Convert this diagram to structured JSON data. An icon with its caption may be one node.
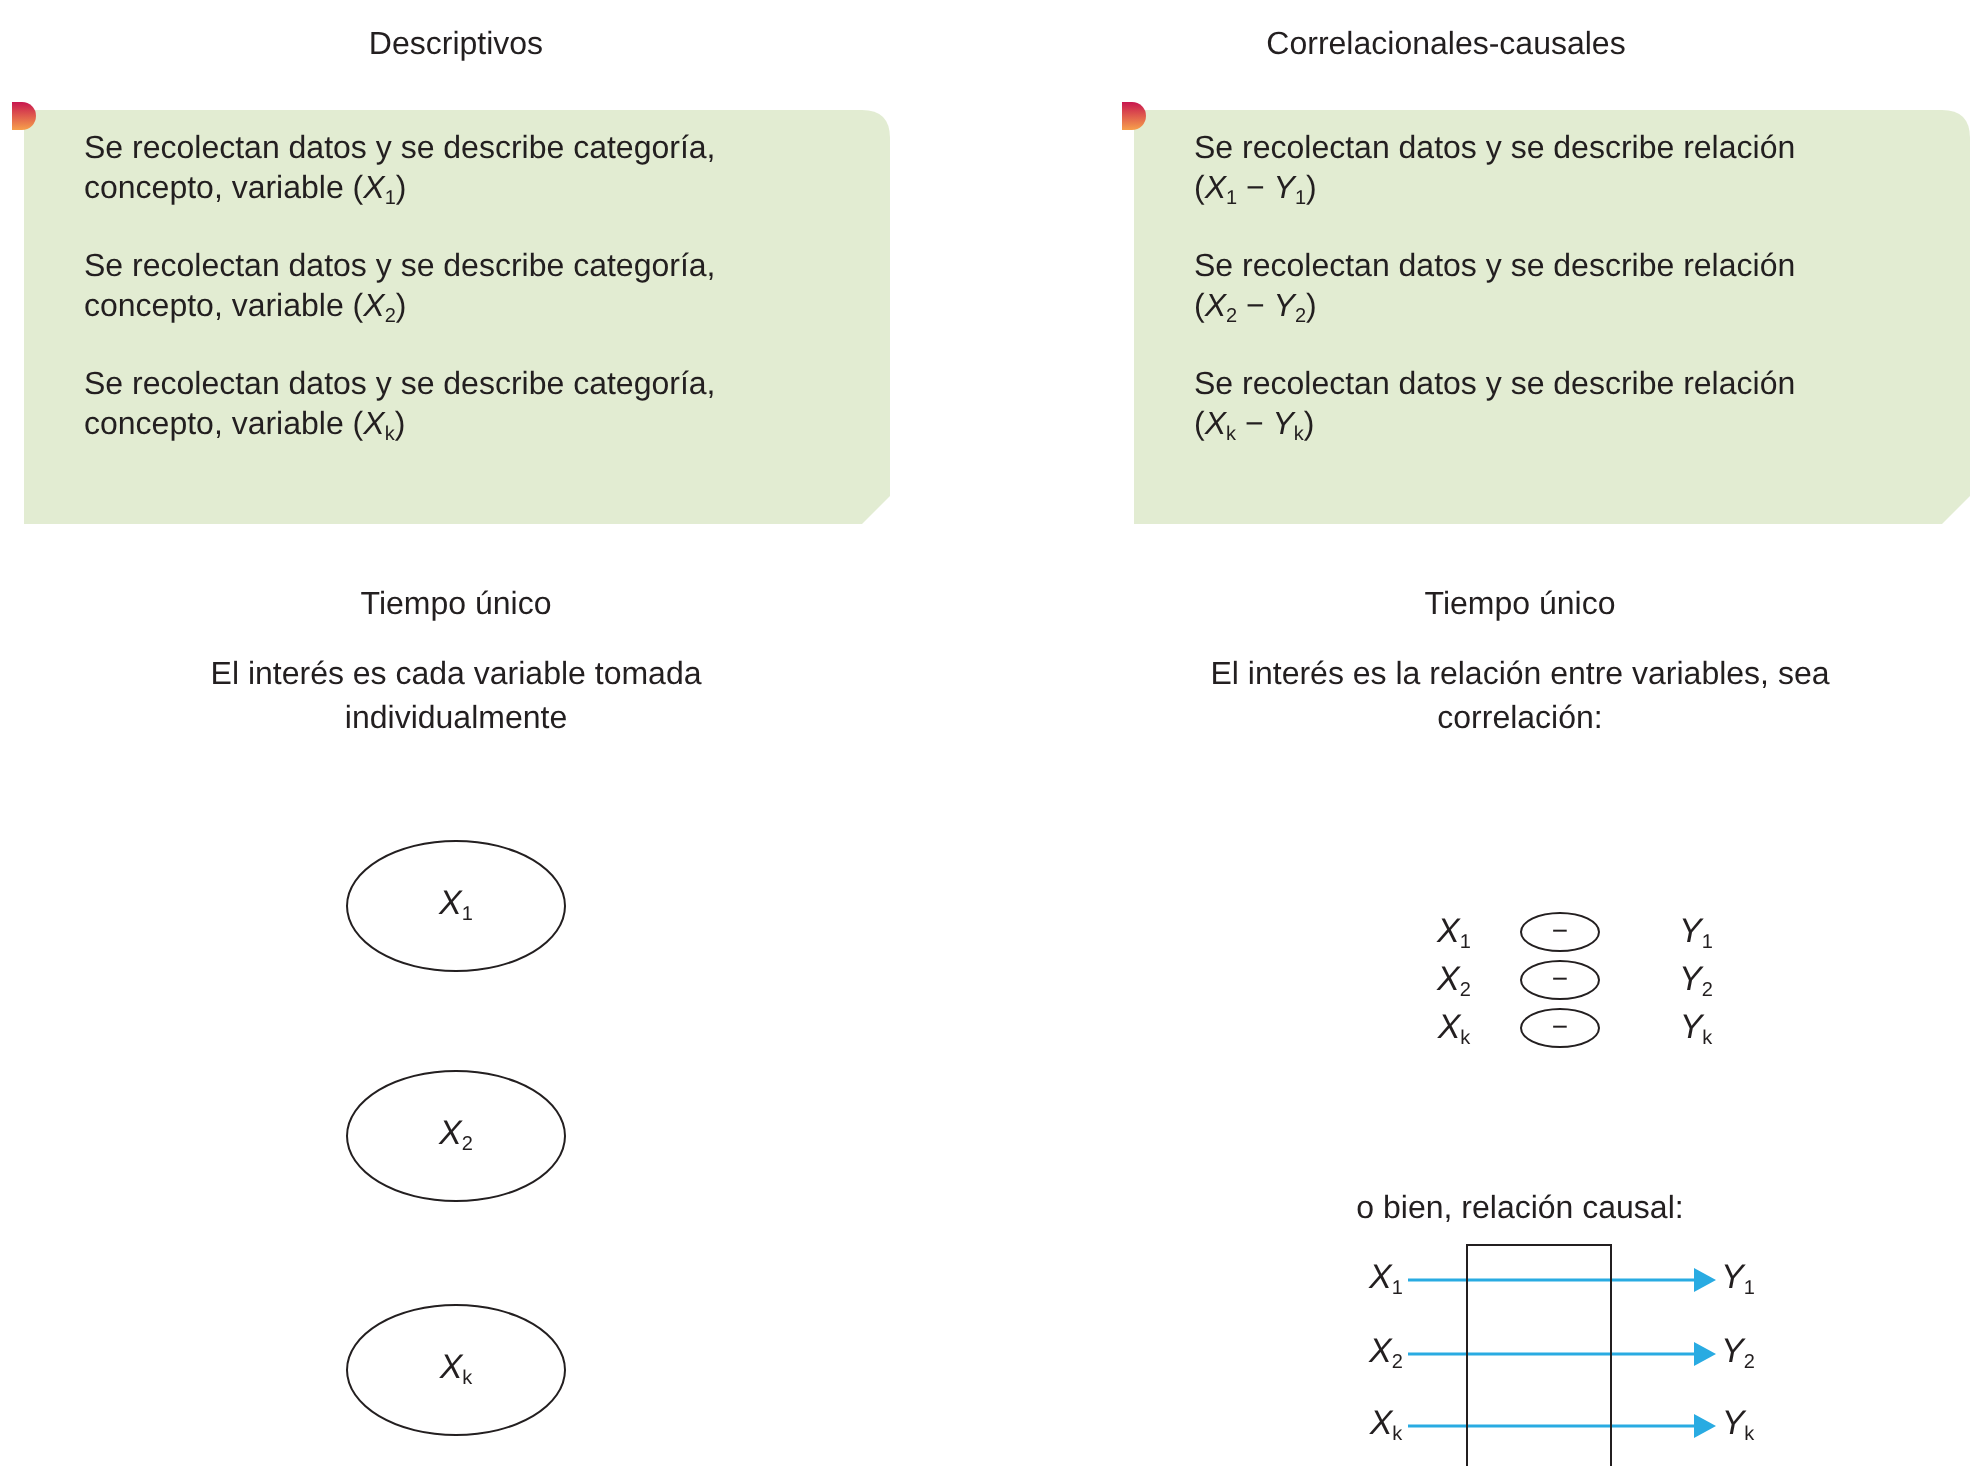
{
  "diagram": {
    "nodes": [
      {
        "text": [
          "Se recolectan datos y se describe categoría, concepto, variable (*X*$_{1}$)",
          "Se recolectan datos y se describe categoría, concepto, variable (*X*$_{2}$)",
          "Se recolectan datos y se describe categoría, concepto, variable (*X*$_{k}$)"
        ]
      },
      {
        "text": [
          "Se recolectan datos y se describe relación (*X*$_{1}$ − *Y*$_{1}$)",
          "Se recolectan datos y se describe relación (*X*$_{2}$ − *Y*$_{2}$)",
          "Se recolectan datos y se describe relación (*X*$_{k}$ − *Y*$_{k}$)"
        ]
      },
      {
        "text": [
          "*X*$_{1}$"
        ]
      },
      {
        "text": [
          "*X*$_{2}$"
        ]
      },
      {
        "text": [
          "*X*$_{k}$"
        ]
      },
      {
        "text": [
          "−"
        ]
      },
      {
        "text": [
          "−"
        ]
      },
      {
        "text": [
          "−"
        ]
      },
      {
        "text": [
          "*X*$_{1}$"
        ]
      },
      {
        "text": [
          "*Y*$_{1}$"
        ]
      },
      {
        "text": [
          "*X*$_{2}$"
        ]
      },
      {
        "text": [
          "*Y*$_{2}$"
        ]
      },
      {
        "text": [
          "*X*$_{k}$"
        ]
      },
      {
        "text": [
          "*Y*$_{k}$"
        ]
      }
    ],
    "edges": [
      {
        "from": 8,
        "to": 9,
        "arrow": "to"
      },
      {
        "from": 10,
        "to": 11,
        "arrow": "to"
      },
      {
        "from": 12,
        "to": 13,
        "arrow": "to"
      }
    ],
    "labels": [
      "Descriptivos",
      "Correlacionales-causales",
      "Tiempo único",
      "El interés es cada variable tomada individualmente",
      "Tiempo único",
      "El interés es la relación entre variables, sea correlación:",
      "*X*$_{1}$",
      "*Y*$_{1}$",
      "*X*$_{2}$",
      "*Y*$_{2}$",
      "*X*$_{k}$",
      "*Y*$_{k}$",
      "o bien, relación causal:"
    ]
  }
}
